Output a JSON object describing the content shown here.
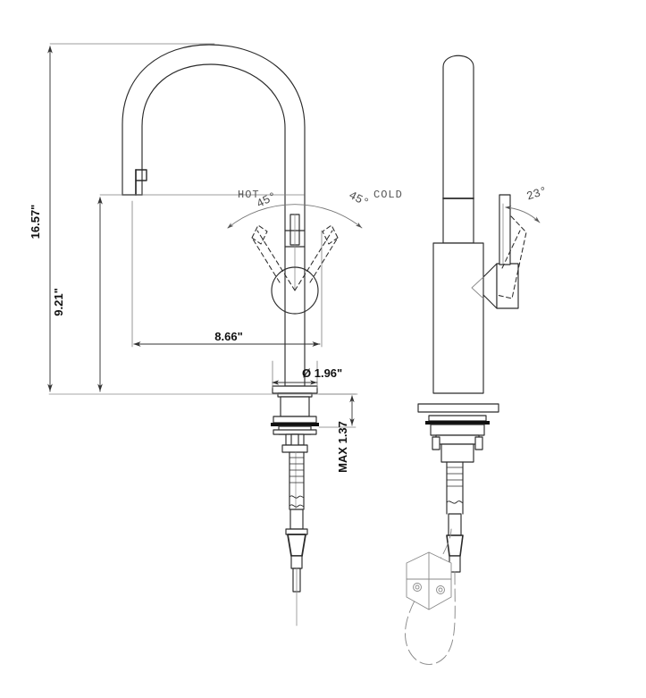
{
  "drawing": {
    "title": "Kitchen Faucet Dimensional Drawing",
    "type": "technical-line-drawing",
    "background": "#ffffff",
    "line_color": "#2b2b2b",
    "thin_line_color": "#8a8a8a",
    "dim_text_color": "#111111",
    "annotation_color": "#4a4a4a"
  },
  "dimensions": {
    "overall_height": "16.57\"",
    "spout_height": "9.21\"",
    "spout_reach": "8.66\"",
    "base_diameter": "Ø 1.96\"",
    "max_deck_thickness": "MAX 1.37"
  },
  "annotations": {
    "hot_label": "HOT",
    "cold_label": "COLD",
    "hot_angle": "45°",
    "cold_angle": "45°",
    "side_handle_angle": "23°"
  },
  "views": {
    "front": {
      "name": "front-elevation",
      "features": [
        "gooseneck-spout",
        "spout-tip-aerator",
        "handle-lever",
        "valve-body",
        "escutcheon-plate",
        "threaded-shank",
        "mounting-nut",
        "supply-inlet"
      ]
    },
    "side": {
      "name": "side-elevation",
      "features": [
        "spout-column",
        "lever-handle",
        "valve-body",
        "escutcheon-plate",
        "threaded-shank",
        "hose-weight",
        "pulldown-hose"
      ]
    }
  }
}
